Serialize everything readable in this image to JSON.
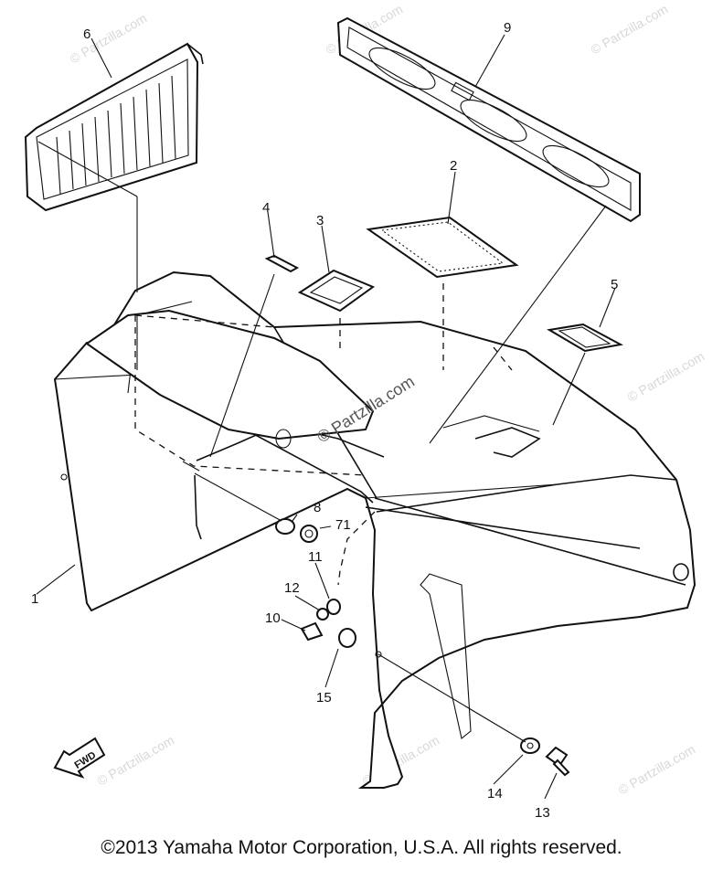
{
  "callouts": {
    "p1": "1",
    "p2": "2",
    "p3": "3",
    "p4": "4",
    "p5": "5",
    "p6": "6",
    "p8": "8",
    "p9": "9",
    "p10": "10",
    "p11": "11",
    "p12": "12",
    "p13": "13",
    "p14": "14",
    "p15": "15",
    "p71": "71"
  },
  "fwd_label": "FWD",
  "watermark": "© Partzilla.com",
  "copyright": "©2013  Yamaha Motor Corporation, U.S.A. All rights reserved."
}
